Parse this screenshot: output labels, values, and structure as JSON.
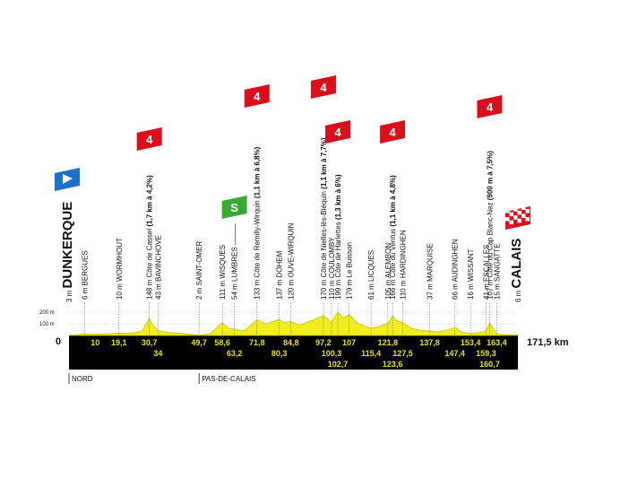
{
  "colors": {
    "profile_fill": "#f2ee1d",
    "profile_stroke": "#c9c400",
    "band": "#000000",
    "km_text": "#e9e400",
    "climb_flag": "#d90f1c",
    "sprint_flag": "#3aa935",
    "start_flag": "#1a73c8"
  },
  "chart_data": {
    "type": "area",
    "title": "",
    "distance_total_km": 171.5,
    "distance_total_label": "171,5 km",
    "km_zero_label": "0",
    "altitude_axis": {
      "ticks": [
        "200 m",
        "100 m"
      ],
      "values": [
        200,
        100
      ]
    },
    "ylim": [
      0,
      250
    ],
    "profile": {
      "x": [
        0,
        3,
        6,
        10,
        14,
        19.1,
        24,
        28,
        30.7,
        32,
        34,
        38,
        43,
        46,
        49.7,
        54,
        58.6,
        61,
        63.2,
        67,
        71.8,
        75,
        80.3,
        82,
        84.8,
        88,
        93,
        97.2,
        99,
        100.3,
        101.5,
        102.7,
        105,
        107,
        110,
        113,
        115.4,
        118,
        121.8,
        123.6,
        125,
        127.5,
        131,
        134,
        137.8,
        141,
        145,
        147.4,
        150,
        153.4,
        156,
        159.3,
        160.7,
        163.4,
        166,
        169,
        171.5
      ],
      "y": [
        3,
        6,
        12,
        10,
        15,
        20,
        18,
        40,
        148,
        90,
        43,
        25,
        18,
        10,
        2,
        15,
        111,
        58,
        54,
        40,
        133,
        100,
        137,
        110,
        120,
        90,
        130,
        170,
        140,
        110,
        160,
        199,
        150,
        179,
        110,
        80,
        61,
        75,
        105,
        166,
        130,
        110,
        60,
        45,
        37,
        30,
        50,
        66,
        30,
        16,
        20,
        41,
        107,
        15,
        8,
        5,
        6
      ]
    },
    "km_markers": [
      {
        "km": 10,
        "label": "10",
        "row": 0
      },
      {
        "km": 19.1,
        "label": "19,1",
        "row": 0
      },
      {
        "km": 30.7,
        "label": "30,7",
        "row": 0
      },
      {
        "km": 34,
        "label": "34",
        "row": 1
      },
      {
        "km": 49.7,
        "label": "49,7",
        "row": 0
      },
      {
        "km": 58.6,
        "label": "58,6",
        "row": 0
      },
      {
        "km": 63.2,
        "label": "63,2",
        "row": 1
      },
      {
        "km": 71.8,
        "label": "71,8",
        "row": 0
      },
      {
        "km": 80.3,
        "label": "80,3",
        "row": 1
      },
      {
        "km": 84.8,
        "label": "84,8",
        "row": 0
      },
      {
        "km": 97.2,
        "label": "97,2",
        "row": 0
      },
      {
        "km": 100.3,
        "label": "100,3",
        "row": 1
      },
      {
        "km": 102.7,
        "label": "102,7",
        "row": 2
      },
      {
        "km": 107,
        "label": "107",
        "row": 0
      },
      {
        "km": 115.4,
        "label": "115,4",
        "row": 1
      },
      {
        "km": 121.8,
        "label": "121,8",
        "row": 0
      },
      {
        "km": 123.6,
        "label": "123,6",
        "row": 2
      },
      {
        "km": 127.5,
        "label": "127,5",
        "row": 1
      },
      {
        "km": 137.8,
        "label": "137,8",
        "row": 0
      },
      {
        "km": 147.4,
        "label": "147,4",
        "row": 1
      },
      {
        "km": 153.4,
        "label": "153,4",
        "row": 0
      },
      {
        "km": 159.3,
        "label": "159,3",
        "row": 1
      },
      {
        "km": 160.7,
        "label": "160,7",
        "row": 2
      },
      {
        "km": 163.4,
        "label": "163,4",
        "row": 0
      }
    ],
    "places": [
      {
        "km": 0,
        "text": "3 m",
        "big": "DUNKERQUE"
      },
      {
        "km": 6,
        "text": "6 m BERGUES"
      },
      {
        "km": 19.1,
        "text": "10 m WORMHOUT"
      },
      {
        "km": 30.7,
        "text": "148 m Côte de Cassel",
        "bold": "(1,7 km à 4,2%)"
      },
      {
        "km": 34,
        "text": "43 m BAVINCHOVE"
      },
      {
        "km": 49.7,
        "text": "2 m SAINT-OMER"
      },
      {
        "km": 58.6,
        "text": "111 m WISQUES"
      },
      {
        "km": 63.2,
        "text": "54 m LUMBRES ———"
      },
      {
        "km": 71.8,
        "text": "133 m Côte de Remilly-Wirquin",
        "bold": "(1,1 km à 6,8%)"
      },
      {
        "km": 80.3,
        "text": "137 m DOHEM"
      },
      {
        "km": 84.8,
        "text": "120 m OUVE-WIRQUIN"
      },
      {
        "km": 97.2,
        "text": "170 m Côte de Nielles-lès-Bléquin",
        "bold": "(1,1 km à 7,7%)"
      },
      {
        "km": 100.3,
        "text": "110 m COULOMBY"
      },
      {
        "km": 102.7,
        "text": "199 m Côte de Harlettes",
        "bold": "(1,3 km à 6%)"
      },
      {
        "km": 107,
        "text": "179 m Le Buisson"
      },
      {
        "km": 115.4,
        "text": "61 m LICQUES"
      },
      {
        "km": 121.8,
        "text": "105 m ALEMBON"
      },
      {
        "km": 123.6,
        "text": "166 m Côte du Ventus",
        "bold": "(1,1 km à 4,8%)"
      },
      {
        "km": 127.5,
        "text": "110 m HARDINGHEN"
      },
      {
        "km": 137.8,
        "text": "37 m MARQUISE"
      },
      {
        "km": 147.4,
        "text": "66 m AUDINGHEN"
      },
      {
        "km": 153.4,
        "text": "16 m WISSANT"
      },
      {
        "km": 159.3,
        "text": "41 m ESCALLES"
      },
      {
        "km": 160.7,
        "text": "107 m Côte du Cap Blanc-Nez",
        "bold": "(900 m à 7,5%)"
      },
      {
        "km": 163.4,
        "text": "15 m SANGATTE"
      },
      {
        "km": 171.5,
        "text": "6 m",
        "big": "CALAIS"
      }
    ],
    "climbs": [
      {
        "km": 30.7,
        "category": "4"
      },
      {
        "km": 71.8,
        "category": "4"
      },
      {
        "km": 97.2,
        "category": "4"
      },
      {
        "km": 102.7,
        "category": "4"
      },
      {
        "km": 123.6,
        "category": "4"
      },
      {
        "km": 160.7,
        "category": "4"
      }
    ],
    "sprints": [
      {
        "km": 63.2,
        "symbol": "S"
      }
    ],
    "start": {
      "km": 0
    },
    "finish": {
      "km": 171.5
    },
    "regions": [
      {
        "km": 0,
        "label": "NORD"
      },
      {
        "km": 49.7,
        "label": "PAS-DE-CALAIS"
      }
    ]
  }
}
